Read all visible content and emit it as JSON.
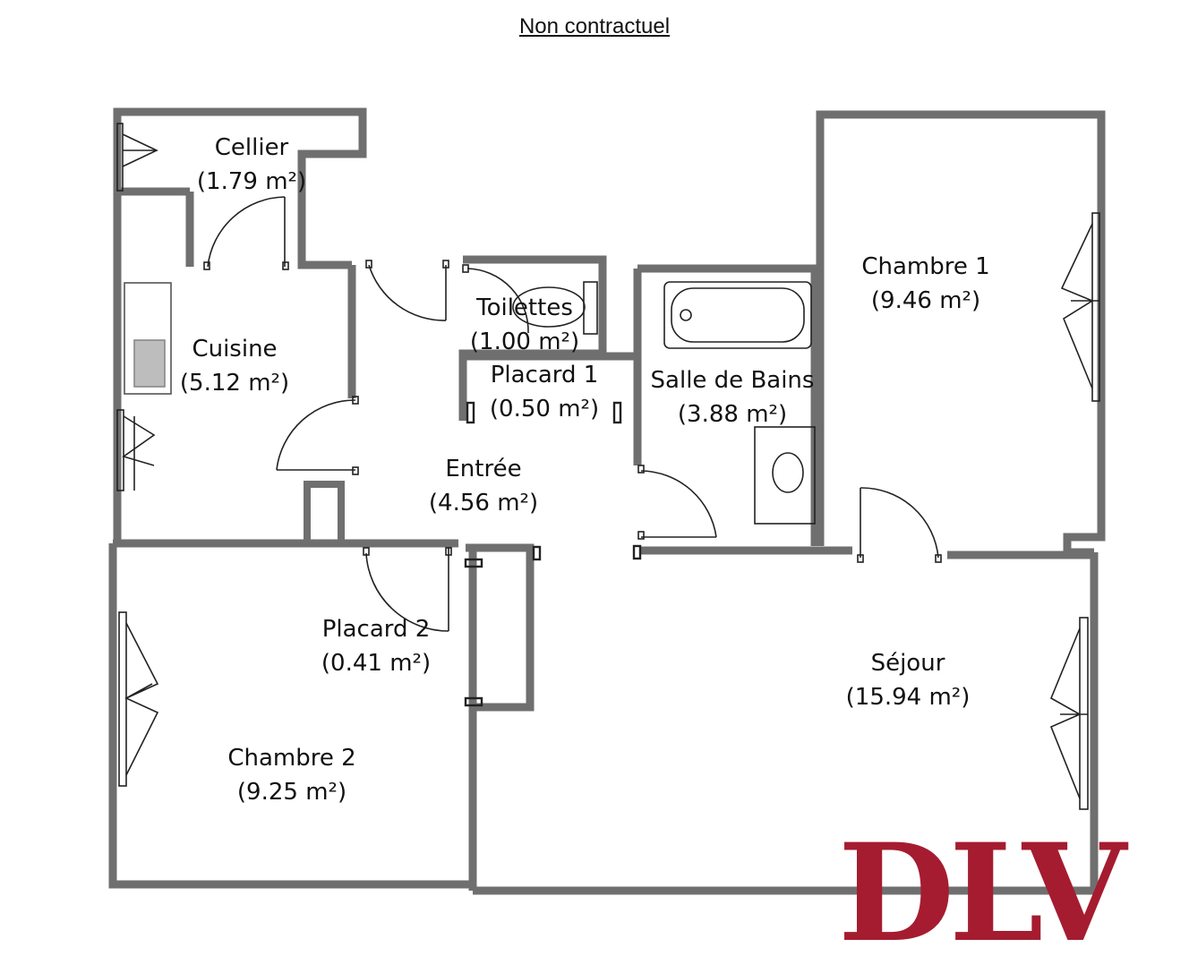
{
  "header": {
    "disclaimer": "Non contractuel"
  },
  "rooms": [
    {
      "id": "cellier",
      "name": "Cellier",
      "area": "(1.79 m²)"
    },
    {
      "id": "cuisine",
      "name": "Cuisine",
      "area": "(5.12 m²)"
    },
    {
      "id": "toilettes",
      "name": "Toilettes",
      "area": "(1.00 m²)"
    },
    {
      "id": "placard-1",
      "name": "Placard 1",
      "area": "(0.50 m²)"
    },
    {
      "id": "salle-de-bains",
      "name": "Salle de Bains",
      "area": "(3.88 m²)"
    },
    {
      "id": "chambre-1",
      "name": "Chambre 1",
      "area": "(9.46 m²)"
    },
    {
      "id": "entree",
      "name": "Entrée",
      "area": "(4.56 m²)"
    },
    {
      "id": "placard-2",
      "name": "Placard 2",
      "area": "(0.41 m²)"
    },
    {
      "id": "sejour",
      "name": "Séjour",
      "area": "(15.94 m²)"
    },
    {
      "id": "chambre-2",
      "name": "Chambre 2",
      "area": "(9.25 m²)"
    }
  ],
  "logo": {
    "text": "DLV",
    "color": "#a51c30"
  },
  "colors": {
    "wall": "#6f6f6f",
    "line": "#222222"
  }
}
